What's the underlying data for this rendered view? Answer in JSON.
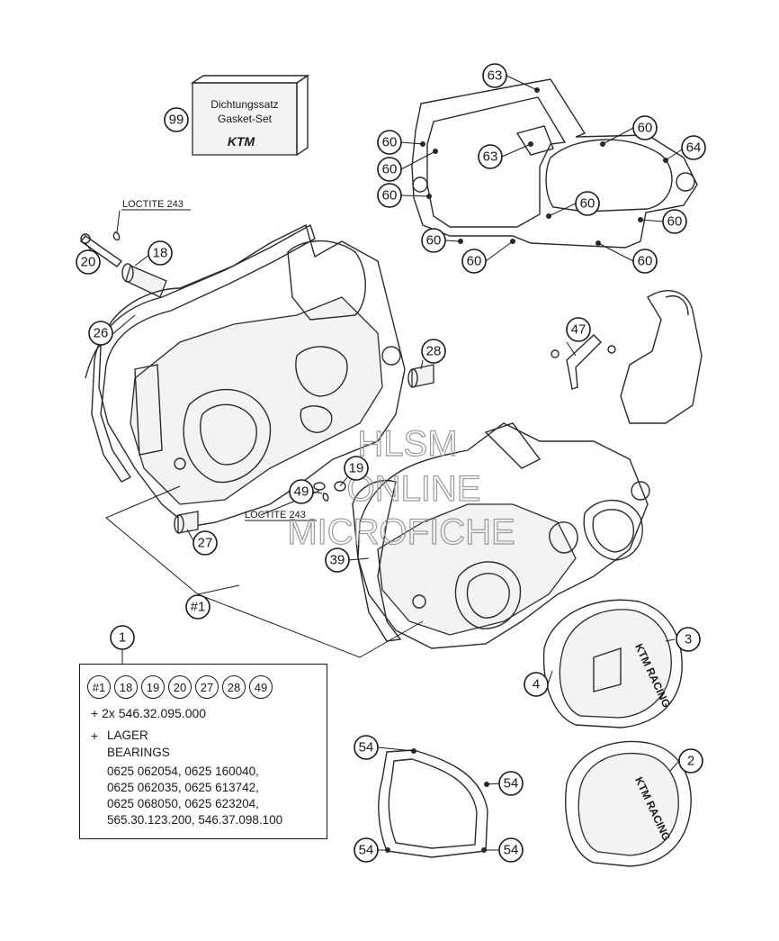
{
  "gasket_kit": {
    "title_de": "Dichtungssatz",
    "title_en": "Gasket-Set",
    "logo": "KTM",
    "callout": "99"
  },
  "annotations": {
    "loctite_top": "LOCTITE 243",
    "loctite_bottom": "LOCTITE 243"
  },
  "watermark": {
    "line1": "HLSM",
    "line2": "ONLINE",
    "line3": "MICROFICHE"
  },
  "callouts": [
    {
      "id": "c-63a",
      "label": "63"
    },
    {
      "id": "c-63b",
      "label": "63"
    },
    {
      "id": "c-60a",
      "label": "60"
    },
    {
      "id": "c-60b",
      "label": "60"
    },
    {
      "id": "c-60c",
      "label": "60"
    },
    {
      "id": "c-60d",
      "label": "60"
    },
    {
      "id": "c-60e",
      "label": "60"
    },
    {
      "id": "c-60f",
      "label": "60"
    },
    {
      "id": "c-60g",
      "label": "60"
    },
    {
      "id": "c-60h",
      "label": "60"
    },
    {
      "id": "c-60i",
      "label": "60"
    },
    {
      "id": "c-64",
      "label": "64"
    },
    {
      "id": "c-20",
      "label": "20"
    },
    {
      "id": "c-18",
      "label": "18"
    },
    {
      "id": "c-26",
      "label": "26"
    },
    {
      "id": "c-47",
      "label": "47"
    },
    {
      "id": "c-28",
      "label": "28"
    },
    {
      "id": "c-19",
      "label": "19"
    },
    {
      "id": "c-49",
      "label": "49"
    },
    {
      "id": "c-39",
      "label": "39"
    },
    {
      "id": "c-27",
      "label": "27"
    },
    {
      "id": "c-h1",
      "label": "#1"
    },
    {
      "id": "c-1",
      "label": "1"
    },
    {
      "id": "c-3",
      "label": "3"
    },
    {
      "id": "c-4",
      "label": "4"
    },
    {
      "id": "c-2",
      "label": "2"
    },
    {
      "id": "c-54a",
      "label": "54"
    },
    {
      "id": "c-54b",
      "label": "54"
    },
    {
      "id": "c-54c",
      "label": "54"
    },
    {
      "id": "c-54d",
      "label": "54"
    }
  ],
  "cover_logo_3": "KTM RACING",
  "cover_logo_2": "KTM RACING",
  "legend": {
    "icons": [
      "#1",
      "18",
      "19",
      "20",
      "27",
      "28",
      "49"
    ],
    "line1": "+ 2x 546.32.095.000",
    "line2_prefix": "+ ",
    "line2": "LAGER",
    "line3": "BEARINGS",
    "parts": [
      "0625 062054, 0625 160040,",
      "0625 062035, 0625 613742,",
      "0625 068050, 0625 623204,",
      "565.30.123.200, 546.37.098.100"
    ]
  }
}
